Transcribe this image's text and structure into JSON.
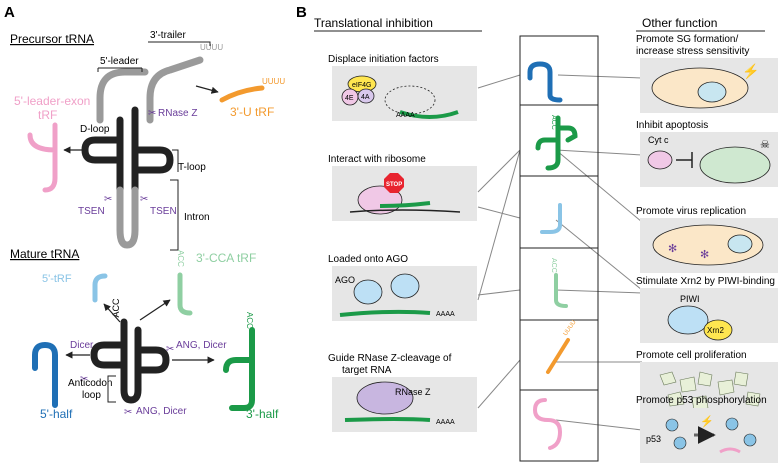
{
  "panel_a": {
    "label": "A",
    "precursor_title": "Precursor tRNA",
    "trailer_label": "3'-trailer",
    "leader_label": "5'-leader",
    "leader_exon_trf_1": "5'-leader-exon",
    "leader_exon_trf_2": "tRF",
    "three_u_trf": "3'-U tRF",
    "rnase_z": "RNase Z",
    "d_loop": "D-loop",
    "t_loop": "T-loop",
    "tsen_left": "TSEN",
    "tsen_right": "TSEN",
    "intron": "Intron",
    "trailer_tail": "UUUU",
    "trf_tail": "UUUU",
    "mature_title": "Mature tRNA",
    "five_trf": "5'-tRF",
    "three_cca_trf": "3'-CCA tRF",
    "acc_left": "ACC",
    "acc_center": "ACC",
    "acc_right": "ACC",
    "dicer": "Dicer",
    "ang_dicer_right": "ANG, Dicer",
    "anticodon_loop_1": "Anticodon",
    "anticodon_loop_2": "loop",
    "ang_dicer_bottom": "ANG, Dicer",
    "five_half": "5'-half",
    "three_half": "3'-half"
  },
  "panel_b": {
    "label": "B",
    "left_title": "Translational inhibition",
    "right_title": "Other function",
    "left_items": {
      "displace": "Displace initiation factors",
      "eif4g": "eIF4G",
      "fourE": "4E",
      "fourA": "4A",
      "aaaa1": "AAAA",
      "interact": "Interact with ribosome",
      "stop": "STOP",
      "loaded": "Loaded onto AGO",
      "ago": "AGO",
      "aaaa2": "AAAA",
      "guide_1": "Guide RNase Z-cleavage of",
      "guide_2": "target RNA",
      "rnase_z_box": "RNase Z",
      "aaaa3": "AAAA"
    },
    "middle_tail_acc_1": "ACC",
    "middle_tail_acc_2": "ACC",
    "middle_tail_u": "UUUU",
    "right_items": {
      "sg_1": "Promote SG formation/",
      "sg_2": "increase stress sensitivity",
      "apoptosis": "Inhibit apoptosis",
      "cyt_c": "Cyt c",
      "virus": "Promote virus replication",
      "xrn2_title": "Stimulate Xrn2 by PIWI-binding",
      "piwi": "PIWI",
      "xrn2": "Xrn2",
      "prolif": "Promote cell proliferation",
      "p53_title": "Promote p53 phosphorylation",
      "p53": "p53"
    }
  },
  "colors": {
    "dark_blue": "#1f6fb5",
    "dark_green": "#1b9a48",
    "light_blue": "#8ac4e6",
    "light_green": "#8fcfa2",
    "orange": "#f39a2e",
    "pink": "#f0a0c8",
    "purple": "#6a3d9a",
    "gray_box": "#e6e6e6"
  }
}
